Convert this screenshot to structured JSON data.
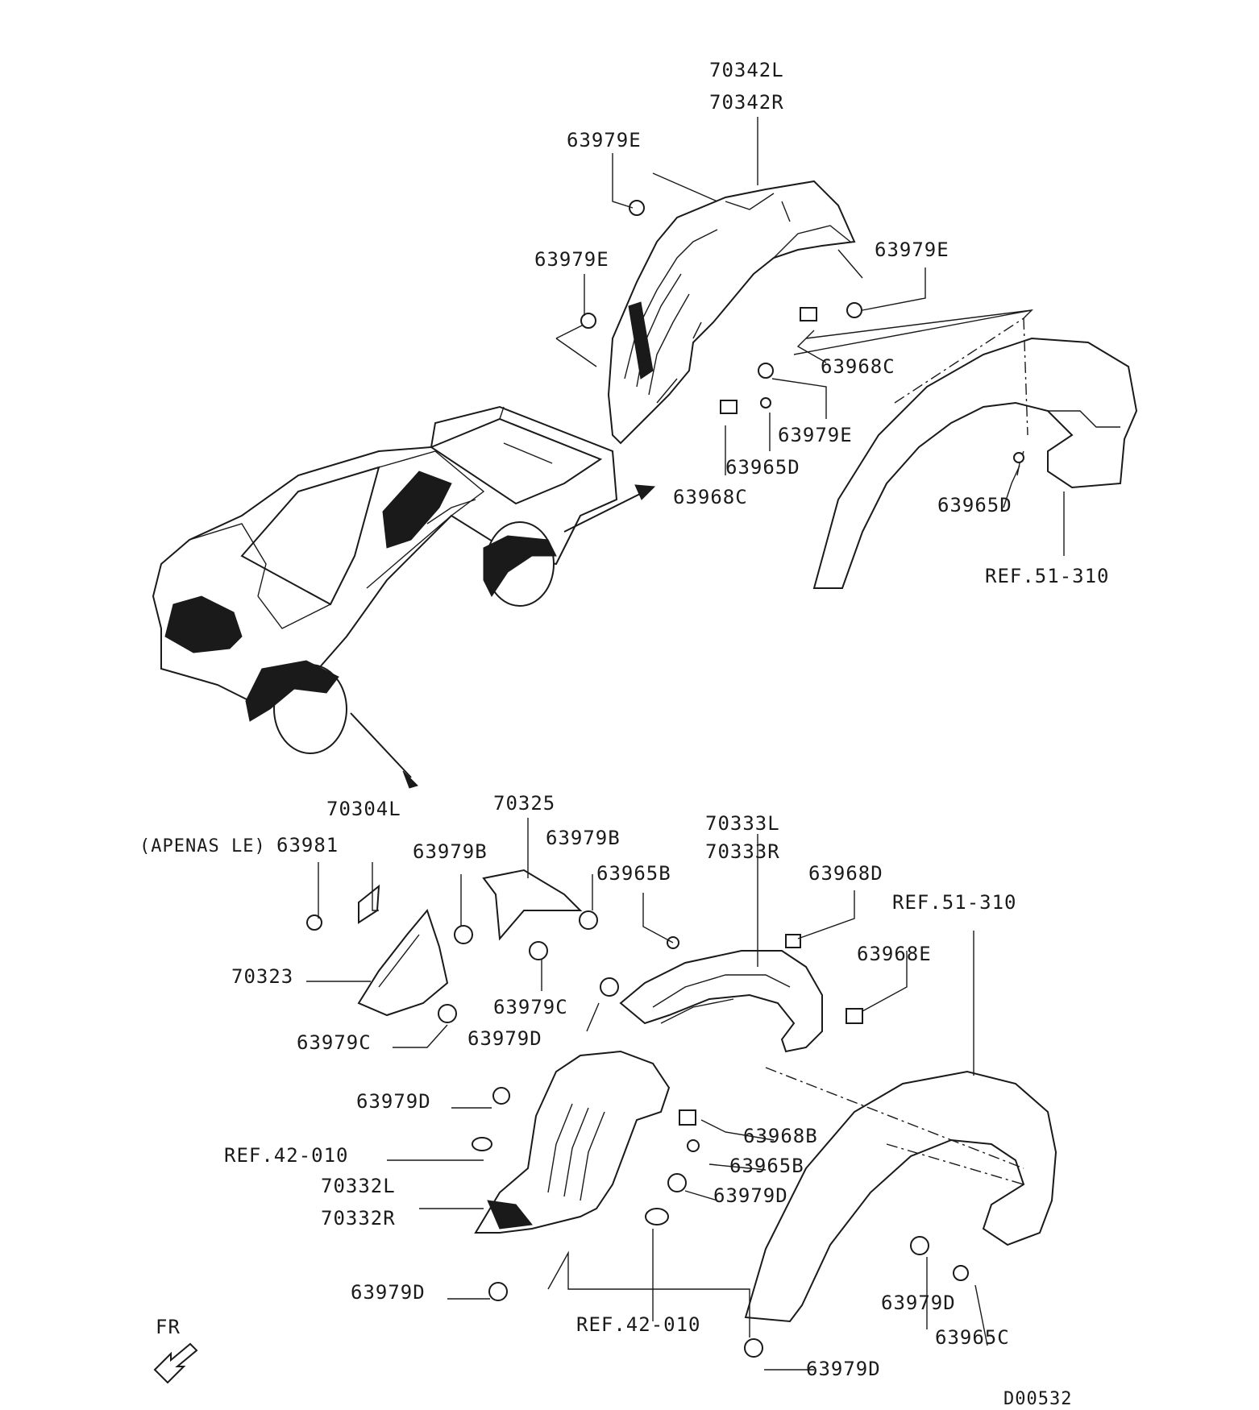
{
  "labels": {
    "rear_liner_l": "70342L",
    "rear_liner_r": "70342R",
    "clip_e_top": "63979E",
    "clip_e_left": "63979E",
    "clip_e_right": "63979E",
    "clip_e_mid": "63979E",
    "nut_c_right": "63968C",
    "nut_c_left": "63968C",
    "screw_d_mid": "63965D",
    "screw_d_right": "63965D",
    "ref_rear": "REF.51-310",
    "bracket_l": "70304L",
    "apenas_le": "(APENAS LE)",
    "bolt_63981": "63981",
    "cover_70325": "70325",
    "clip_b_left": "63979B",
    "clip_b_right": "63979B",
    "screw_b_top": "63965B",
    "front_liner_l": "70333L",
    "front_liner_r": "70333R",
    "nut_d": "63968D",
    "ref_front": "REF.51-310",
    "nut_e": "63968E",
    "shield_70323": "70323",
    "clip_c_mid": "63979C",
    "clip_c_left": "63979C",
    "clip_d_a": "63979D",
    "clip_d_b": "63979D",
    "ref_42_a": "REF.42-010",
    "nut_b": "63968B",
    "screw_b_low": "63965B",
    "clip_d_c": "63979D",
    "lower_liner_l": "70332L",
    "lower_liner_r": "70332R",
    "clip_d_d": "63979D",
    "ref_42_b": "REF.42-010",
    "clip_d_e": "63979D",
    "screw_c": "63965C",
    "clip_d_f": "63979D",
    "fr": "FR",
    "diagram_code": "D00532"
  },
  "colors": {
    "ink": "#1a1a1a",
    "paper": "#ffffff"
  }
}
